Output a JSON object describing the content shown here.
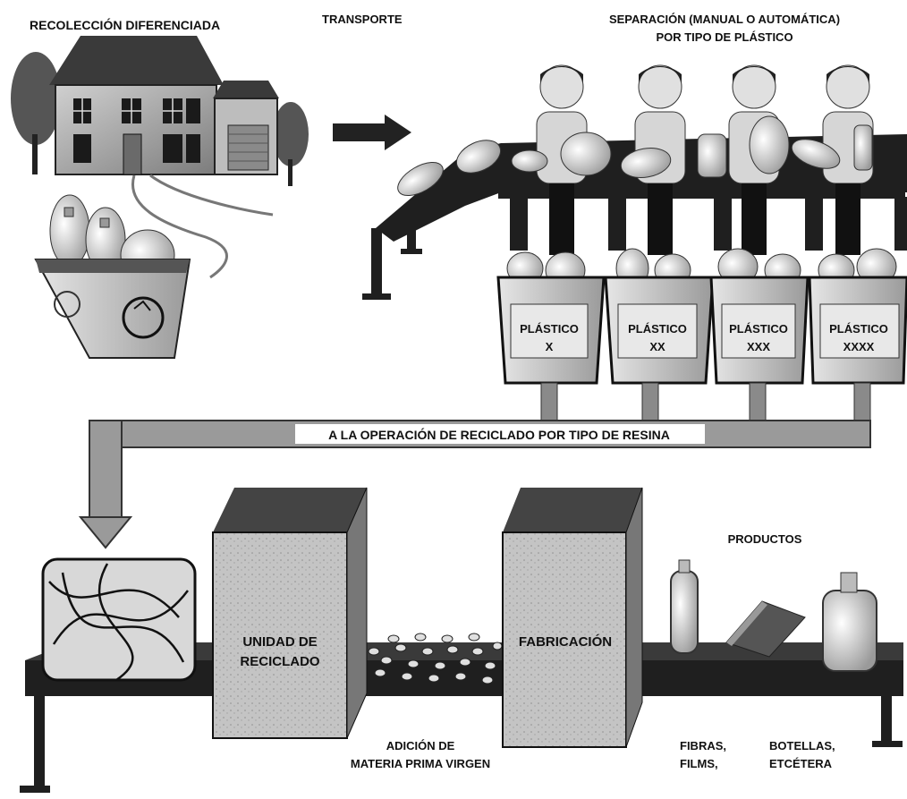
{
  "stages": {
    "collection": "RECOLECCIÓN DIFERENCIADA",
    "transport": "TRANSPORTE",
    "separation_line1": "SEPARACIÓN (MANUAL O AUTOMÁTICA)",
    "separation_line2": "POR TIPO DE PLÁSTICO"
  },
  "bins": [
    {
      "line1": "PLÁSTICO",
      "line2": "X"
    },
    {
      "line1": "PLÁSTICO",
      "line2": "XX"
    },
    {
      "line1": "PLÁSTICO",
      "line2": "XXX"
    },
    {
      "line1": "PLÁSTICO",
      "line2": "XXXX"
    }
  ],
  "pipe_label": "A LA OPERACIÓN DE RECICLADO POR TIPO DE RESINA",
  "recycling_unit": {
    "line1": "UNIDAD DE",
    "line2": "RECICLADO"
  },
  "manufacturing": "FABRICACIÓN",
  "virgin_material": {
    "line1": "ADICIÓN DE",
    "line2": "MATERIA PRIMA VIRGEN"
  },
  "products": {
    "title": "PRODUCTOS",
    "col1_line1": "FIBRAS,",
    "col1_line2": "FILMS,",
    "col2_line1": "BOTELLAS,",
    "col2_line2": "ETCÉTERA"
  },
  "colors": {
    "ink": "#111111",
    "gray_dark": "#333333",
    "gray_mid": "#8a8a8a",
    "gray_light": "#c8c8c8"
  }
}
